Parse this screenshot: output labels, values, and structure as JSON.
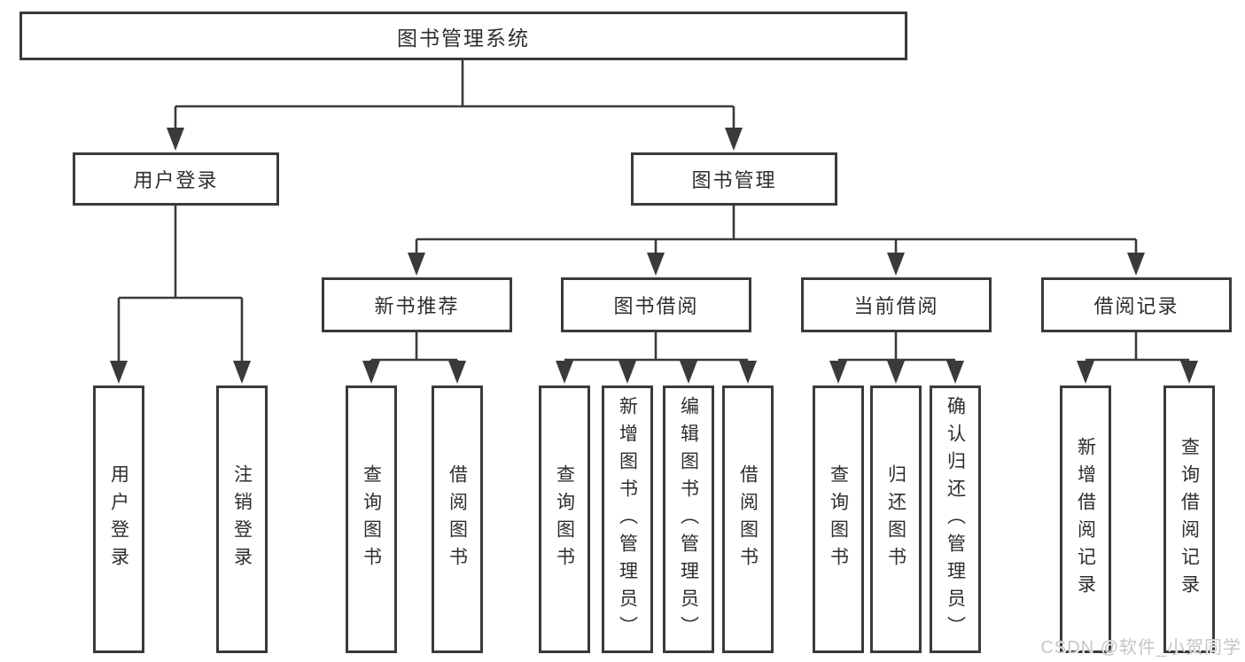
{
  "diagram": {
    "type": "hierarchy-tree",
    "title": "图书管理系统",
    "nodes": {
      "root": "图书管理系统",
      "level2": [
        {
          "id": "user-login",
          "label": "用户登录"
        },
        {
          "id": "book-management",
          "label": "图书管理"
        }
      ],
      "level3": [
        {
          "id": "new-book-recommend",
          "label": "新书推荐",
          "parent": "book-management"
        },
        {
          "id": "book-borrow",
          "label": "图书借阅",
          "parent": "book-management"
        },
        {
          "id": "current-borrow",
          "label": "当前借阅",
          "parent": "book-management"
        },
        {
          "id": "borrow-records",
          "label": "借阅记录",
          "parent": "book-management"
        }
      ],
      "leaves": [
        {
          "id": "user-login-leaf",
          "label": "用户登录",
          "parent": "user-login"
        },
        {
          "id": "logout",
          "label": "注销登录",
          "parent": "user-login"
        },
        {
          "id": "query-books-1",
          "label": "查询图书",
          "parent": "new-book-recommend"
        },
        {
          "id": "borrow-books-1",
          "label": "借阅图书",
          "parent": "new-book-recommend"
        },
        {
          "id": "query-books-2",
          "label": "查询图书",
          "parent": "book-borrow"
        },
        {
          "id": "add-book-admin",
          "label": "新增图书（管理员）",
          "parent": "book-borrow"
        },
        {
          "id": "edit-book-admin",
          "label": "编辑图书（管理员）",
          "parent": "book-borrow"
        },
        {
          "id": "borrow-books-2",
          "label": "借阅图书",
          "parent": "book-borrow"
        },
        {
          "id": "query-books-3",
          "label": "查询图书",
          "parent": "current-borrow"
        },
        {
          "id": "return-books",
          "label": "归还图书",
          "parent": "current-borrow"
        },
        {
          "id": "confirm-return-admin",
          "label": "确认归还（管理员）",
          "parent": "current-borrow"
        },
        {
          "id": "add-borrow-record",
          "label": "新增借阅记录",
          "parent": "borrow-records"
        },
        {
          "id": "query-borrow-record",
          "label": "查询借阅记录",
          "parent": "borrow-records"
        }
      ]
    },
    "colors": {
      "line": "#3a3a3a",
      "text": "#2e2e2e",
      "background": "#ffffff",
      "watermark": "#c3c6ca"
    }
  },
  "watermark": "CSDN @软件_小贺同学"
}
